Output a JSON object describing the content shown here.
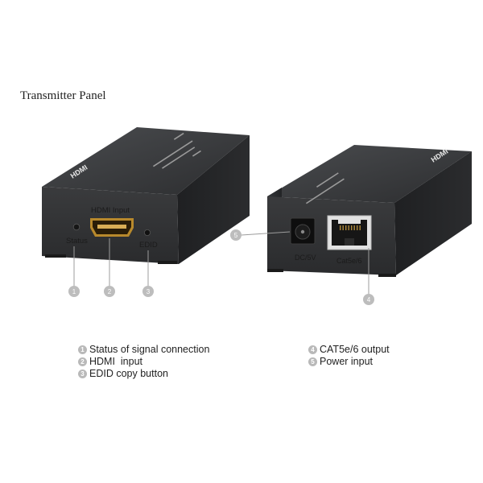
{
  "title": "Transmitter Panel",
  "front_panel": {
    "hdmi_input_label": "HDMI Input",
    "status_label": "Status",
    "edid_label": "EDID",
    "top_text": "HDMI"
  },
  "rear_panel": {
    "dc_label": "DC/5V",
    "cat_label": "Cat5e/6",
    "top_text": "HDMI"
  },
  "callouts": [
    "1",
    "2",
    "3",
    "4",
    "5"
  ],
  "legend_left": [
    {
      "num": "1",
      "text": "Status of signal connection"
    },
    {
      "num": "2",
      "text": "HDMI  input"
    },
    {
      "num": "3",
      "text": "EDID copy button"
    }
  ],
  "legend_right": [
    {
      "num": "4",
      "text": "CAT5e/6 output"
    },
    {
      "num": "5",
      "text": "Power input"
    }
  ]
}
